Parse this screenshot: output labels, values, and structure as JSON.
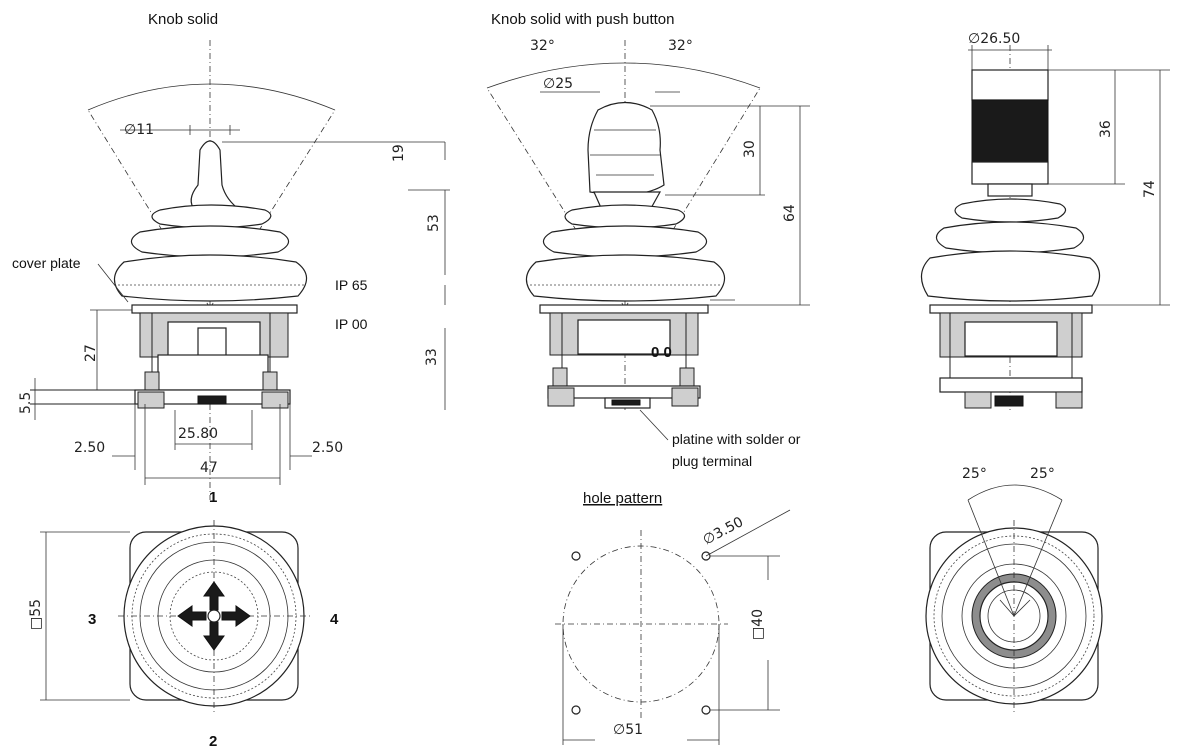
{
  "captions": {
    "knob_solid": "Knob solid",
    "knob_push": "Knob solid with push button",
    "hole_pattern": "hole pattern"
  },
  "labels": {
    "cover_plate": "cover plate",
    "ip65": "IP 65",
    "ip00": "IP 00",
    "platine_line1": "platine with solder or",
    "platine_line2": "plug terminal"
  },
  "dimensions": {
    "d11": "∅11",
    "d19": "19",
    "d53": "53",
    "d27": "27",
    "d33": "33",
    "d5_5": "5.5",
    "d2_50_left": "2.50",
    "d25_80": "25.80",
    "d2_50_right": "2.50",
    "d47": "47",
    "d55": "□55",
    "a32_left": "32°",
    "a32_right": "32°",
    "d25": "∅25",
    "d30": "30",
    "d64": "64",
    "d26_50": "∅26.50",
    "d36": "36",
    "d74": "74",
    "d3_50": "∅3.50",
    "d40": "□40",
    "d51": "∅51",
    "a25_left": "25°",
    "a25_right": "25°"
  },
  "directions": {
    "up": "1",
    "down": "2",
    "left": "3",
    "right": "4"
  }
}
